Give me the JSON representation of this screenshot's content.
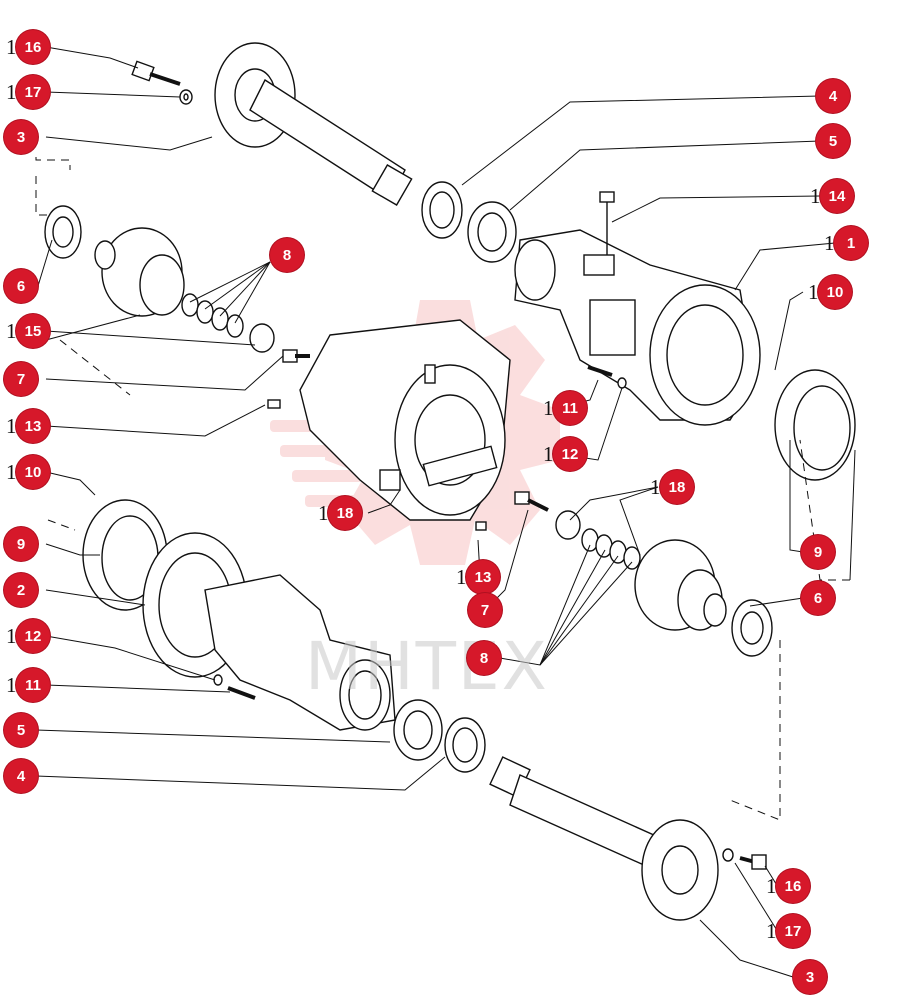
{
  "watermark": {
    "text": "МНТЕХ",
    "color": "#f08a8a"
  },
  "colors": {
    "callout": "#d6182a",
    "line": "#111111"
  },
  "callouts": [
    {
      "id": "c16a",
      "label": "16",
      "tick": "1"
    },
    {
      "id": "c17a",
      "label": "17",
      "tick": "1"
    },
    {
      "id": "c3a",
      "label": "3",
      "tick": ""
    },
    {
      "id": "c6a",
      "label": "6",
      "tick": ""
    },
    {
      "id": "c15",
      "label": "15",
      "tick": "1"
    },
    {
      "id": "c7a",
      "label": "7",
      "tick": ""
    },
    {
      "id": "c13a",
      "label": "13",
      "tick": "1"
    },
    {
      "id": "c10a",
      "label": "10",
      "tick": "1"
    },
    {
      "id": "c9a",
      "label": "9",
      "tick": ""
    },
    {
      "id": "c2",
      "label": "2",
      "tick": ""
    },
    {
      "id": "c12a",
      "label": "12",
      "tick": "1"
    },
    {
      "id": "c11a",
      "label": "11",
      "tick": "1"
    },
    {
      "id": "c5a",
      "label": "5",
      "tick": ""
    },
    {
      "id": "c4a",
      "label": "4",
      "tick": ""
    },
    {
      "id": "c8a",
      "label": "8",
      "tick": ""
    },
    {
      "id": "c4b",
      "label": "4",
      "tick": ""
    },
    {
      "id": "c5b",
      "label": "5",
      "tick": ""
    },
    {
      "id": "c14",
      "label": "14",
      "tick": "1"
    },
    {
      "id": "c1",
      "label": "1",
      "tick": "1"
    },
    {
      "id": "c10b",
      "label": "10",
      "tick": "1"
    },
    {
      "id": "c11b",
      "label": "11",
      "tick": "1"
    },
    {
      "id": "c12b",
      "label": "12",
      "tick": "1"
    },
    {
      "id": "c18a",
      "label": "18",
      "tick": "1"
    },
    {
      "id": "c18b",
      "label": "18",
      "tick": "1"
    },
    {
      "id": "c13b",
      "label": "13",
      "tick": "1"
    },
    {
      "id": "c7b",
      "label": "7",
      "tick": ""
    },
    {
      "id": "c8b",
      "label": "8",
      "tick": ""
    },
    {
      "id": "c9b",
      "label": "9",
      "tick": ""
    },
    {
      "id": "c6b",
      "label": "6",
      "tick": ""
    },
    {
      "id": "c16b",
      "label": "16",
      "tick": "1"
    },
    {
      "id": "c17b",
      "label": "17",
      "tick": "1"
    },
    {
      "id": "c3b",
      "label": "3",
      "tick": ""
    }
  ]
}
